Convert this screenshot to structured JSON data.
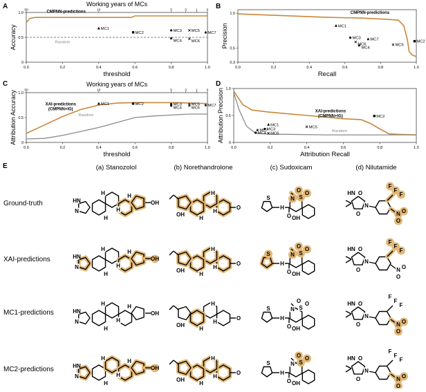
{
  "panel_letters": [
    "A",
    "B",
    "C",
    "D",
    "E"
  ],
  "chart_data": [
    {
      "panel": "A",
      "type": "line",
      "title": "",
      "top_axis_label": "Working years of MCs",
      "top_ticks": [
        "50",
        "10",
        "5",
        "3",
        "1",
        "0"
      ],
      "xlabel": "threshold",
      "ylabel": "Accuracy",
      "xlim": [
        0,
        1
      ],
      "ylim": [
        0,
        1
      ],
      "xticks": [
        "0.0",
        "0.2",
        "0.4",
        "0.6",
        "0.8",
        "1.0"
      ],
      "yticks": [
        "0",
        "0.5",
        "1.0"
      ],
      "series": [
        {
          "name": "CMPNN-predictions",
          "color": "#c8873a",
          "x": [
            0,
            0.02,
            0.05,
            0.1,
            0.3,
            0.58,
            0.6,
            0.8,
            1.0
          ],
          "y": [
            0.8,
            0.88,
            0.9,
            0.9,
            0.9,
            0.9,
            0.93,
            0.93,
            0.93
          ]
        },
        {
          "name": "Random",
          "color": "#9a9a9a",
          "dashed": true,
          "x": [
            0,
            1
          ],
          "y": [
            0.5,
            0.5
          ]
        }
      ],
      "points": [
        {
          "label": "MC1",
          "x": 0.4,
          "y": 0.68,
          "marker": "^"
        },
        {
          "label": "MC2",
          "x": 0.59,
          "y": 0.6,
          "marker": "s"
        },
        {
          "label": "MC3",
          "x": 0.8,
          "y": 0.64,
          "marker": "o"
        },
        {
          "label": "MC4",
          "x": 0.8,
          "y": 0.48,
          "marker": "o"
        },
        {
          "label": "MC5",
          "x": 0.9,
          "y": 0.64,
          "marker": "x"
        },
        {
          "label": "MC6",
          "x": 0.9,
          "y": 0.47,
          "marker": "x"
        },
        {
          "label": "MC7",
          "x": 0.99,
          "y": 0.6,
          "marker": "*"
        }
      ]
    },
    {
      "panel": "B",
      "type": "line",
      "title": "",
      "xlabel": "Recall",
      "ylabel": "Precision",
      "xlim": [
        0,
        1
      ],
      "ylim": [
        0.3,
        1.05
      ],
      "xticks": [
        "0.0",
        "0.2",
        "0.4",
        "0.6",
        "0.8",
        "1.0"
      ],
      "yticks": [
        "0.3",
        "0.5",
        "1.0"
      ],
      "series": [
        {
          "name": "CMPNN-predictions",
          "color": "#c8873a",
          "x": [
            0,
            0.2,
            0.5,
            0.7,
            0.85,
            0.9,
            0.93,
            0.95,
            0.96,
            0.98,
            1.0
          ],
          "y": [
            0.99,
            0.97,
            0.94,
            0.93,
            0.91,
            0.9,
            0.82,
            0.62,
            0.45,
            0.4,
            0.38
          ]
        }
      ],
      "points": [
        {
          "label": "MC1",
          "x": 0.55,
          "y": 0.82,
          "marker": "^"
        },
        {
          "label": "MC2",
          "x": 0.99,
          "y": 0.6,
          "marker": "s"
        },
        {
          "label": "MC3",
          "x": 0.63,
          "y": 0.65,
          "marker": "o"
        },
        {
          "label": "MC6",
          "x": 0.66,
          "y": 0.59,
          "marker": "x"
        },
        {
          "label": "MC4",
          "x": 0.68,
          "y": 0.54,
          "marker": "o"
        },
        {
          "label": "MC7",
          "x": 0.73,
          "y": 0.63,
          "marker": "*"
        },
        {
          "label": "MC5",
          "x": 0.87,
          "y": 0.55,
          "marker": "x"
        }
      ]
    },
    {
      "panel": "C",
      "type": "line",
      "title": "",
      "top_axis_label": "Working years of MCs",
      "top_ticks": [
        "50",
        "10",
        "5",
        "3",
        "1",
        "0"
      ],
      "xlabel": "threshold",
      "ylabel": "Attribution Accuracy",
      "xlim": [
        0,
        1
      ],
      "ylim": [
        0,
        1
      ],
      "xticks": [
        "0.0",
        "0.2",
        "0.4",
        "0.6",
        "0.8",
        "1.0"
      ],
      "yticks": [
        "0",
        "0.5",
        "1.0"
      ],
      "series": [
        {
          "name": "XAI-predictions\n(CMPNN+IG)",
          "color": "#c8873a",
          "x": [
            0,
            0.1,
            0.2,
            0.3,
            0.4,
            0.5,
            0.6,
            0.7,
            0.8,
            0.9,
            1.0
          ],
          "y": [
            0.18,
            0.35,
            0.52,
            0.66,
            0.75,
            0.79,
            0.8,
            0.8,
            0.8,
            0.79,
            0.78
          ]
        },
        {
          "name": "Random",
          "color": "#8a8a8a",
          "x": [
            0,
            0.1,
            0.2,
            0.3,
            0.4,
            0.5,
            0.6,
            0.7,
            0.8,
            0.9,
            1.0
          ],
          "y": [
            0.07,
            0.08,
            0.14,
            0.22,
            0.3,
            0.4,
            0.5,
            0.53,
            0.55,
            0.57,
            0.57
          ]
        }
      ],
      "points": [
        {
          "label": "MC1",
          "x": 0.4,
          "y": 0.78,
          "marker": "^"
        },
        {
          "label": "MC2",
          "x": 0.59,
          "y": 0.78,
          "marker": "s"
        },
        {
          "label": "MC3",
          "x": 0.8,
          "y": 0.77,
          "marker": "o"
        },
        {
          "label": "MC4",
          "x": 0.8,
          "y": 0.74,
          "marker": "o"
        },
        {
          "label": "MC5",
          "x": 0.9,
          "y": 0.77,
          "marker": "x"
        },
        {
          "label": "MC6",
          "x": 0.9,
          "y": 0.74,
          "marker": "x"
        },
        {
          "label": "MC7",
          "x": 0.99,
          "y": 0.75,
          "marker": "*"
        }
      ]
    },
    {
      "panel": "D",
      "type": "line",
      "title": "",
      "xlabel": "Attribution Recall",
      "ylabel": "Attribution Precision",
      "xlim": [
        0,
        1
      ],
      "ylim": [
        0,
        1
      ],
      "xticks": [
        "0.0",
        "0.2",
        "0.4",
        "0.6",
        "0.8",
        "1.0"
      ],
      "yticks": [
        "0",
        "0.5",
        "1.0"
      ],
      "series": [
        {
          "name": "XAI-predictions\n(CMPNN+IG)",
          "color": "#c8873a",
          "x": [
            0,
            0.02,
            0.05,
            0.1,
            0.2,
            0.3,
            0.4,
            0.5,
            0.6,
            0.7,
            0.75,
            0.8,
            0.85,
            0.9,
            1.0
          ],
          "y": [
            0.95,
            0.85,
            0.7,
            0.6,
            0.56,
            0.53,
            0.5,
            0.47,
            0.44,
            0.42,
            0.35,
            0.25,
            0.16,
            0.15,
            0.14
          ]
        },
        {
          "name": "Random",
          "color": "#8a8a8a",
          "x": [
            0,
            0.03,
            0.07,
            0.12,
            0.2,
            0.3,
            0.5,
            0.7,
            0.9,
            1.0
          ],
          "y": [
            0.92,
            0.6,
            0.3,
            0.17,
            0.15,
            0.15,
            0.14,
            0.14,
            0.14,
            0.14
          ]
        }
      ],
      "points": [
        {
          "label": "MC1",
          "x": 0.19,
          "y": 0.33,
          "marker": "^"
        },
        {
          "label": "MC2",
          "x": 0.77,
          "y": 0.49,
          "marker": "s"
        },
        {
          "label": "MC3",
          "x": 0.17,
          "y": 0.25,
          "marker": "o"
        },
        {
          "label": "MC4",
          "x": 0.12,
          "y": 0.18,
          "marker": "o"
        },
        {
          "label": "MC5",
          "x": 0.4,
          "y": 0.29,
          "marker": "x"
        },
        {
          "label": "MC6",
          "x": 0.19,
          "y": 0.17,
          "marker": "x"
        },
        {
          "label": "MC7",
          "x": 0.13,
          "y": 0.23,
          "marker": "*"
        }
      ]
    }
  ],
  "panel_e": {
    "columns": [
      "(a) Stanozolol",
      "(b) Norethandrolone",
      "(c) Sudoxicam",
      "(d) Nilutamide"
    ],
    "rows": [
      "Ground-truth",
      "XAI-predictions",
      "MC1-predictions",
      "MC2-predictions"
    ],
    "highlight_color": "#e3b877",
    "atoms": {
      "stanozolol": [
        "H",
        "H",
        "H",
        "H",
        "OH",
        "N",
        "HN"
      ],
      "norethandrolone": [
        "H",
        "H",
        "H",
        "OH",
        "O"
      ],
      "sudoxicam": [
        "S",
        "N",
        "O",
        "O",
        "S",
        "N",
        "N",
        "H",
        "OH",
        "O"
      ],
      "nilutamide": [
        "O",
        "N",
        "HN",
        "O",
        "F",
        "F",
        "F",
        "N",
        "O",
        "O"
      ]
    },
    "highlights": {
      "Ground-truth": {
        "stanozolol": [
          "c",
          "d"
        ],
        "norethandrolone": [
          "a",
          "b",
          "c",
          "d"
        ],
        "sudoxicam": [
          "nme",
          "so2"
        ],
        "nilutamide": [
          "cf3",
          "no2"
        ]
      },
      "XAI-predictions": {
        "stanozolol": [
          "c",
          "d",
          "oh",
          "pyr"
        ],
        "norethandrolone": [
          "a",
          "b",
          "c",
          "d"
        ],
        "sudoxicam": [
          "thz",
          "nme",
          "so2"
        ],
        "nilutamide": [
          "cf3"
        ]
      },
      "MC1-predictions": {
        "stanozolol": [],
        "norethandrolone": [
          "c"
        ],
        "sudoxicam": [],
        "nilutamide": [
          "no2"
        ]
      },
      "MC2-predictions": {
        "stanozolol": [
          "b",
          "c",
          "d",
          "oh",
          "pyr"
        ],
        "norethandrolone": [
          "a",
          "b",
          "c",
          "d"
        ],
        "sudoxicam": [
          "so2"
        ],
        "nilutamide": [
          "no2"
        ]
      }
    }
  }
}
